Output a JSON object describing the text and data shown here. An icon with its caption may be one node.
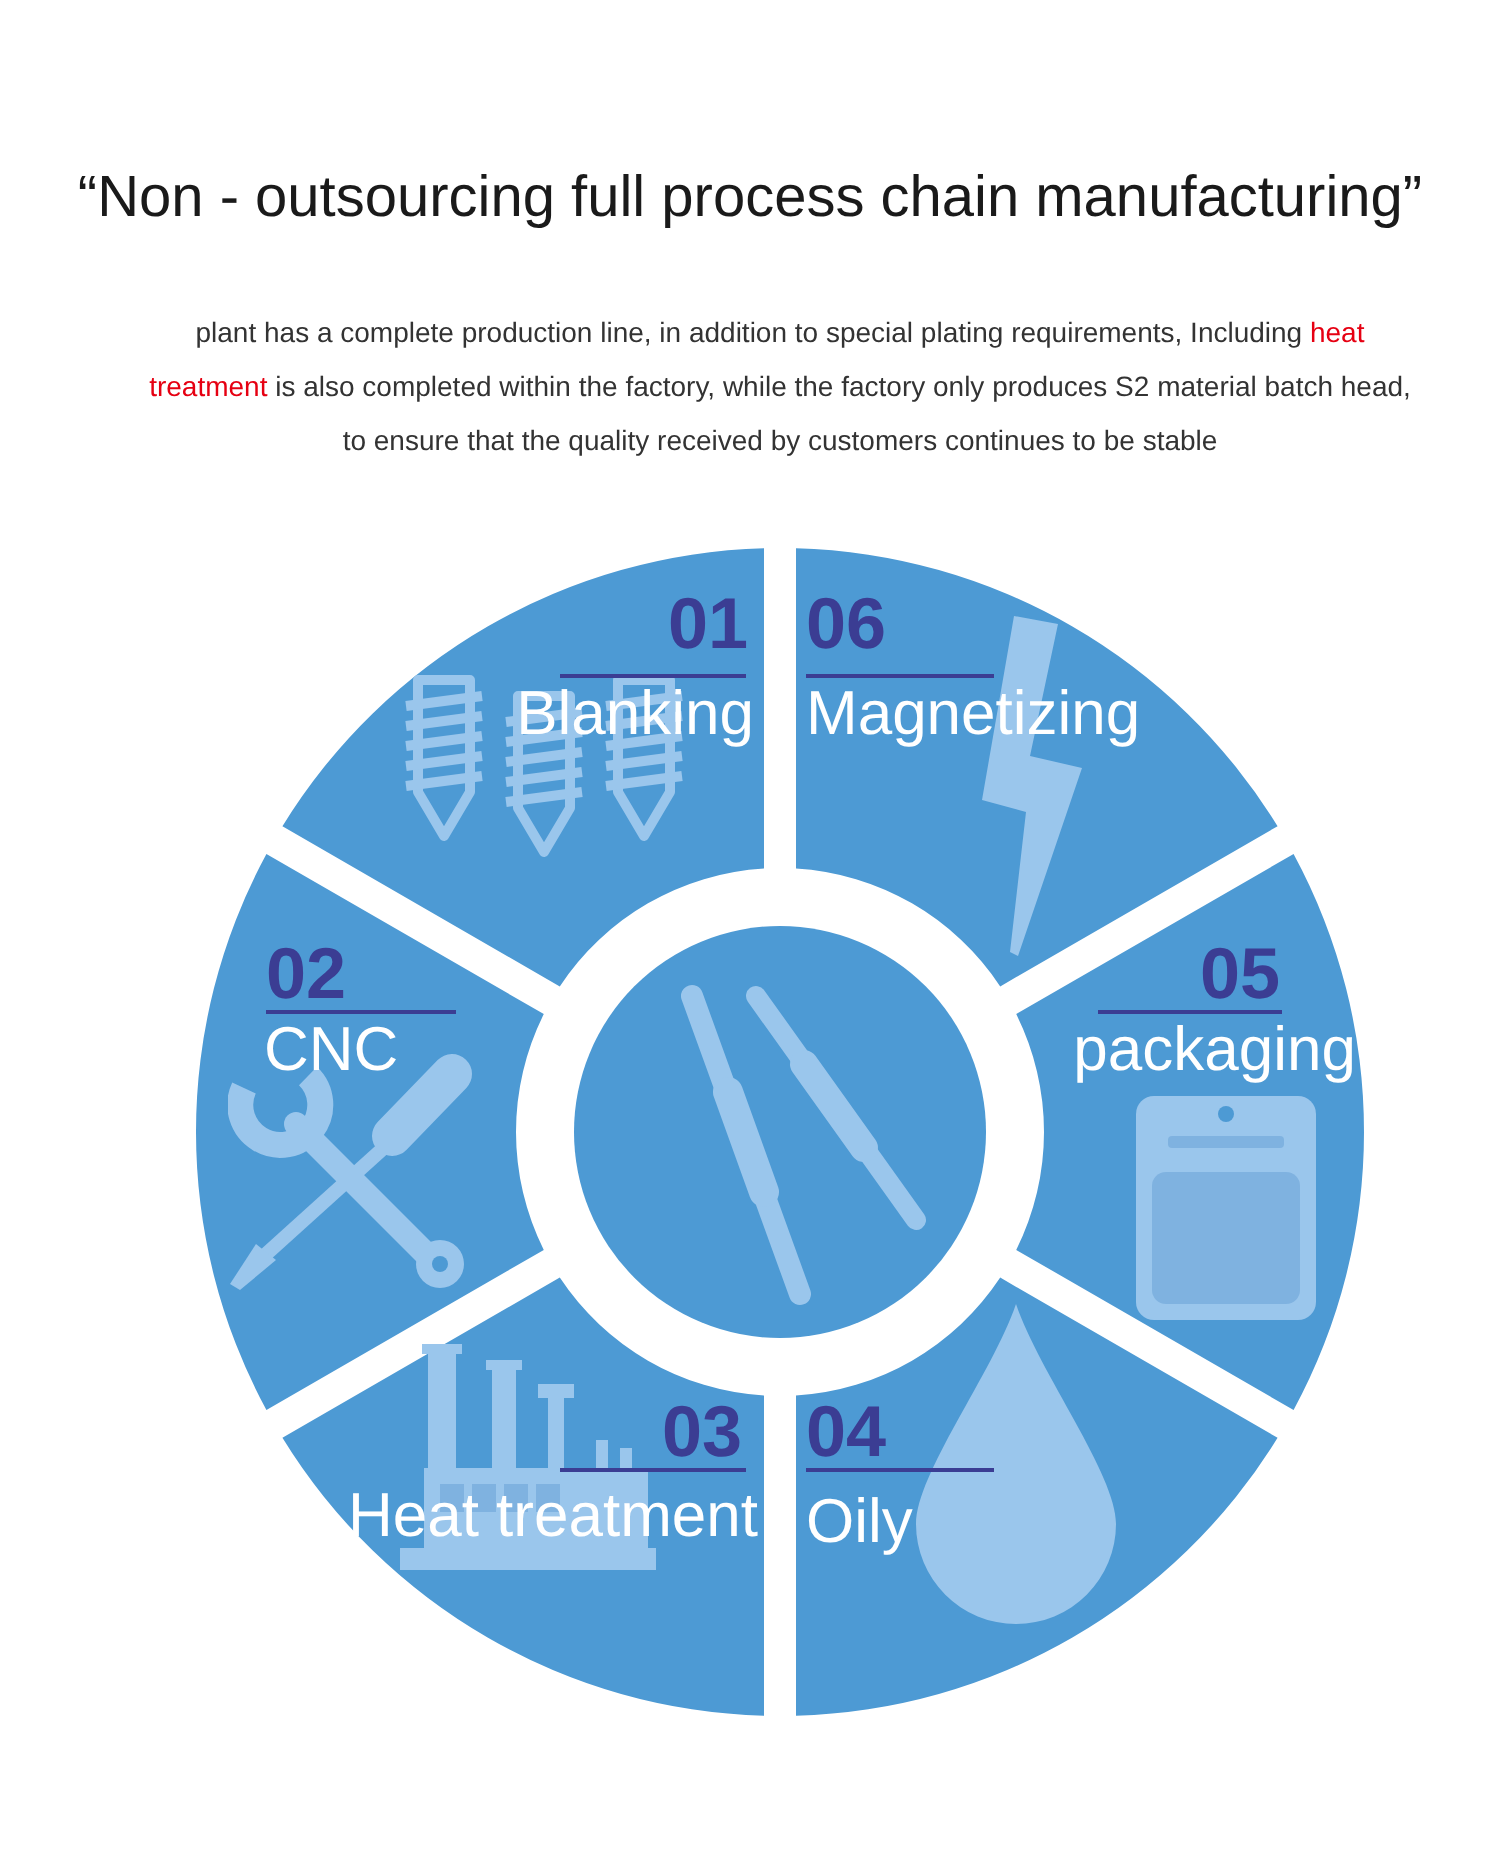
{
  "diagram": {
    "title": "“Non - outsourcing full process chain manufacturing”",
    "nodes": [
      {
        "text": [
          "01",
          "Blanking"
        ]
      },
      {
        "text": [
          "02",
          "CNC"
        ]
      },
      {
        "text": [
          "03",
          "Heat treatment"
        ]
      },
      {
        "text": [
          "04",
          "Oily"
        ]
      },
      {
        "text": [
          "05",
          "packaging"
        ]
      },
      {
        "text": [
          "06",
          "Magnetizing"
        ]
      },
      {
        "text": [],
        "shape": "circle"
      }
    ],
    "labels": [
      "plant has a complete production line, in addition to special plating requirements, Including **heat treatment** is also completed within the factory, while the factory only produces S2 material batch head, to ensure that the quality received by customers continues to be stable"
    ]
  }
}
